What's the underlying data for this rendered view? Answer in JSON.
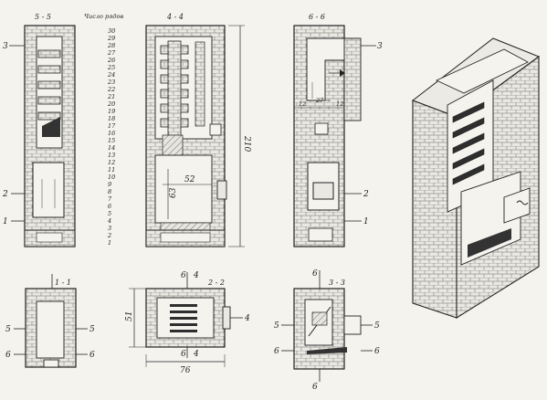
{
  "section_titles": {
    "s55": "5 - 5",
    "s44": "4 - 4",
    "s66": "6 - 6",
    "s11": "1 - 1",
    "s22": "2 - 2",
    "s33": "3 - 3"
  },
  "course_scale": {
    "title": "Число рядов",
    "numbers": [
      "30",
      "29",
      "28",
      "27",
      "26",
      "25",
      "24",
      "23",
      "22",
      "21",
      "20",
      "19",
      "18",
      "17",
      "16",
      "15",
      "14",
      "13",
      "12",
      "11",
      "10",
      "9",
      "8",
      "7",
      "6",
      "5",
      "4",
      "3",
      "2",
      "1"
    ]
  },
  "dimensions": {
    "height_total": "210",
    "width_inner": "52",
    "depth_inner": "63",
    "s66_left": "12",
    "s66_mid": "27",
    "s66_right": "12",
    "plan_depth": "51",
    "plan_width": "76"
  },
  "cut_markers": {
    "s55_m3": "3",
    "s55_m2": "2",
    "s55_m1": "1",
    "s66_m3": "3",
    "s66_m2": "2",
    "s66_m1": "1",
    "s11_m5l": "5",
    "s11_m5r": "5",
    "s11_m6l": "6",
    "s11_m6r": "6",
    "s22_top4": "4",
    "s22_m4": "4",
    "s22_bot4": "4",
    "s22_bot6": "6",
    "s22_left6": "6",
    "s33_m5l": "5",
    "s33_m5r": "5",
    "s33_m6l": "6",
    "s33_m6r": "6",
    "s33_top6": "6",
    "s33_bot6": "6"
  }
}
